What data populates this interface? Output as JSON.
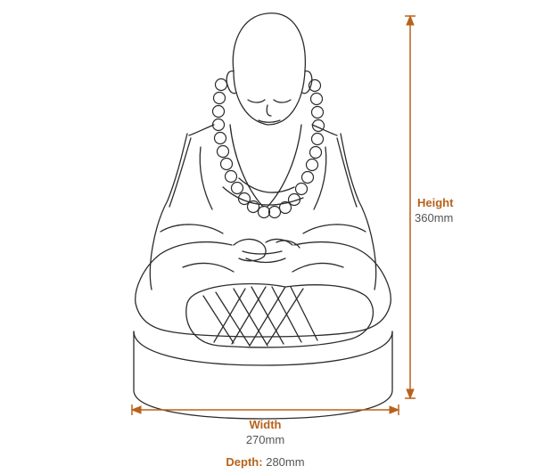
{
  "dimensions": {
    "height": {
      "label": "Height",
      "value": "360mm"
    },
    "width": {
      "label": "Width",
      "value": "270mm"
    },
    "depth": {
      "label": "Depth:",
      "value": "280mm"
    }
  },
  "colors": {
    "accent": "#b8621a",
    "line": "#2b2b2b",
    "value_text": "#555555"
  },
  "figure": "seated-monk-statue-line-drawing"
}
